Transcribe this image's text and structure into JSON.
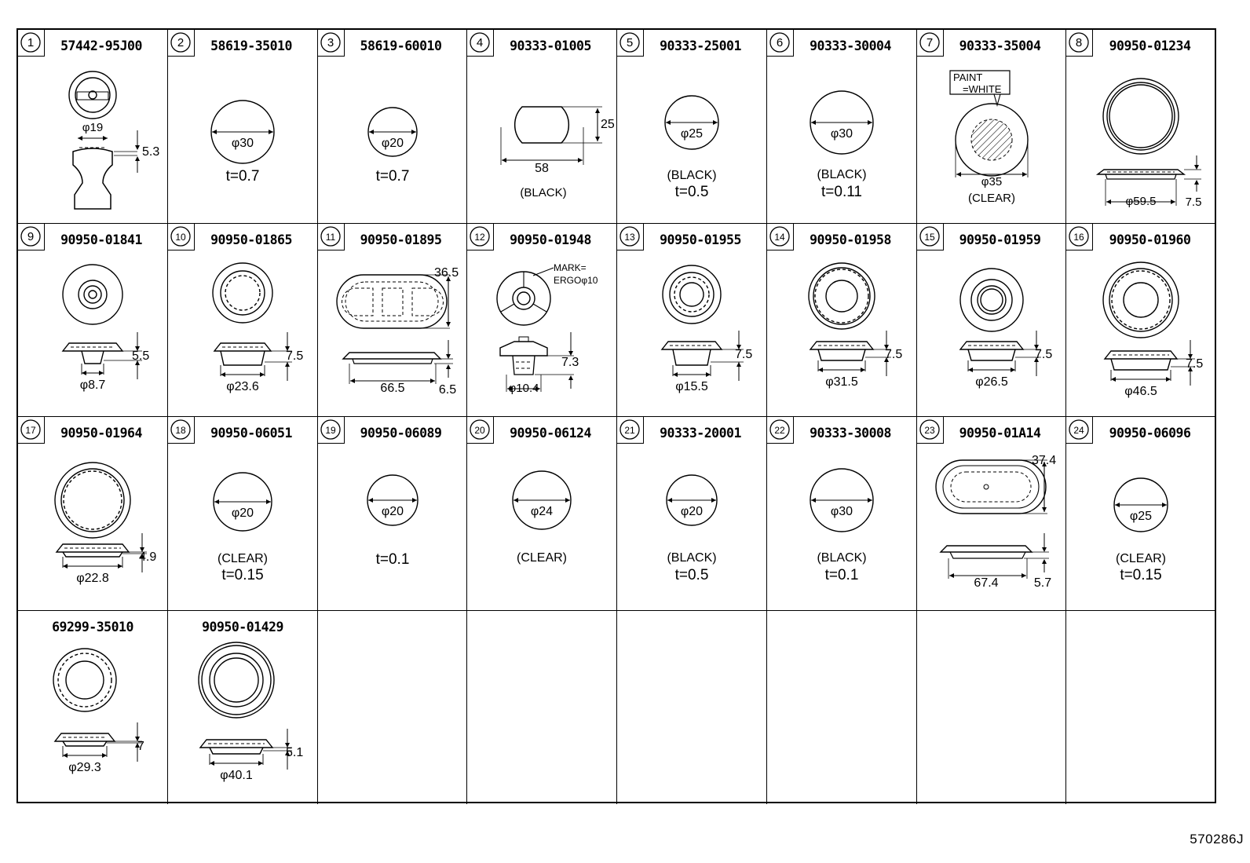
{
  "diagram_code": "570286J",
  "cells": [
    {
      "num": "1",
      "part": "57442-95J00",
      "labels": {
        "dia": "φ19",
        "h": "5.3"
      }
    },
    {
      "num": "2",
      "part": "58619-35010",
      "labels": {
        "dia": "φ30",
        "t": "t=0.7"
      }
    },
    {
      "num": "3",
      "part": "58619-60010",
      "labels": {
        "dia": "φ20",
        "t": "t=0.7"
      }
    },
    {
      "num": "4",
      "part": "90333-01005",
      "labels": {
        "w": "58",
        "h": "25",
        "color": "(BLACK)"
      }
    },
    {
      "num": "5",
      "part": "90333-25001",
      "labels": {
        "dia": "φ25",
        "color": "(BLACK)",
        "t": "t=0.5"
      }
    },
    {
      "num": "6",
      "part": "90333-30004",
      "labels": {
        "dia": "φ30",
        "color": "(BLACK)",
        "t": "t=0.11"
      }
    },
    {
      "num": "7",
      "part": "90333-35004",
      "labels": {
        "note1": "PAINT",
        "note2": "=WHITE",
        "dia": "φ35",
        "color": "(CLEAR)"
      }
    },
    {
      "num": "8",
      "part": "90950-01234",
      "labels": {
        "dia": "φ59.5",
        "h": "7.5"
      }
    },
    {
      "num": "9",
      "part": "90950-01841",
      "labels": {
        "dia": "φ8.7",
        "h": "5.5"
      }
    },
    {
      "num": "10",
      "part": "90950-01865",
      "labels": {
        "dia": "φ23.6",
        "h": "7.5"
      }
    },
    {
      "num": "11",
      "part": "90950-01895",
      "labels": {
        "w": "66.5",
        "h": "36.5",
        "t": "6.5"
      }
    },
    {
      "num": "12",
      "part": "90950-01948",
      "labels": {
        "note1": "MARK=",
        "note2": "ERGOφ10",
        "dia": "φ10.4",
        "h": "7.3"
      }
    },
    {
      "num": "13",
      "part": "90950-01955",
      "labels": {
        "dia": "φ15.5",
        "h": "7.5"
      }
    },
    {
      "num": "14",
      "part": "90950-01958",
      "labels": {
        "dia": "φ31.5",
        "h": "7.5"
      }
    },
    {
      "num": "15",
      "part": "90950-01959",
      "labels": {
        "dia": "φ26.5",
        "h": "7.5"
      }
    },
    {
      "num": "16",
      "part": "90950-01960",
      "labels": {
        "dia": "φ46.5",
        "h": "7.5"
      }
    },
    {
      "num": "17",
      "part": "90950-01964",
      "labels": {
        "dia": "φ22.8",
        "h": "4.9"
      }
    },
    {
      "num": "18",
      "part": "90950-06051",
      "labels": {
        "dia": "φ20",
        "color": "(CLEAR)",
        "t": "t=0.15"
      }
    },
    {
      "num": "19",
      "part": "90950-06089",
      "labels": {
        "dia": "φ20",
        "t": "t=0.1"
      }
    },
    {
      "num": "20",
      "part": "90950-06124",
      "labels": {
        "dia": "φ24",
        "color": "(CLEAR)"
      }
    },
    {
      "num": "21",
      "part": "90333-20001",
      "labels": {
        "dia": "φ20",
        "color": "(BLACK)",
        "t": "t=0.5"
      }
    },
    {
      "num": "22",
      "part": "90333-30008",
      "labels": {
        "dia": "φ30",
        "color": "(BLACK)",
        "t": "t=0.1"
      }
    },
    {
      "num": "23",
      "part": "90950-01A14",
      "labels": {
        "w": "67.4",
        "h": "37.4",
        "t": "5.7"
      }
    },
    {
      "num": "24",
      "part": "90950-06096",
      "labels": {
        "dia": "φ25",
        "color": "(CLEAR)",
        "t": "t=0.15"
      }
    },
    {
      "num": "",
      "part": "69299-35010",
      "labels": {
        "dia": "φ29.3",
        "h": "7"
      }
    },
    {
      "num": "",
      "part": "90950-01429",
      "labels": {
        "dia": "φ40.1",
        "h": "5.1"
      }
    },
    {
      "num": "",
      "part": "",
      "labels": {}
    },
    {
      "num": "",
      "part": "",
      "labels": {}
    },
    {
      "num": "",
      "part": "",
      "labels": {}
    },
    {
      "num": "",
      "part": "",
      "labels": {}
    },
    {
      "num": "",
      "part": "",
      "labels": {}
    },
    {
      "num": "",
      "part": "",
      "labels": {}
    }
  ]
}
